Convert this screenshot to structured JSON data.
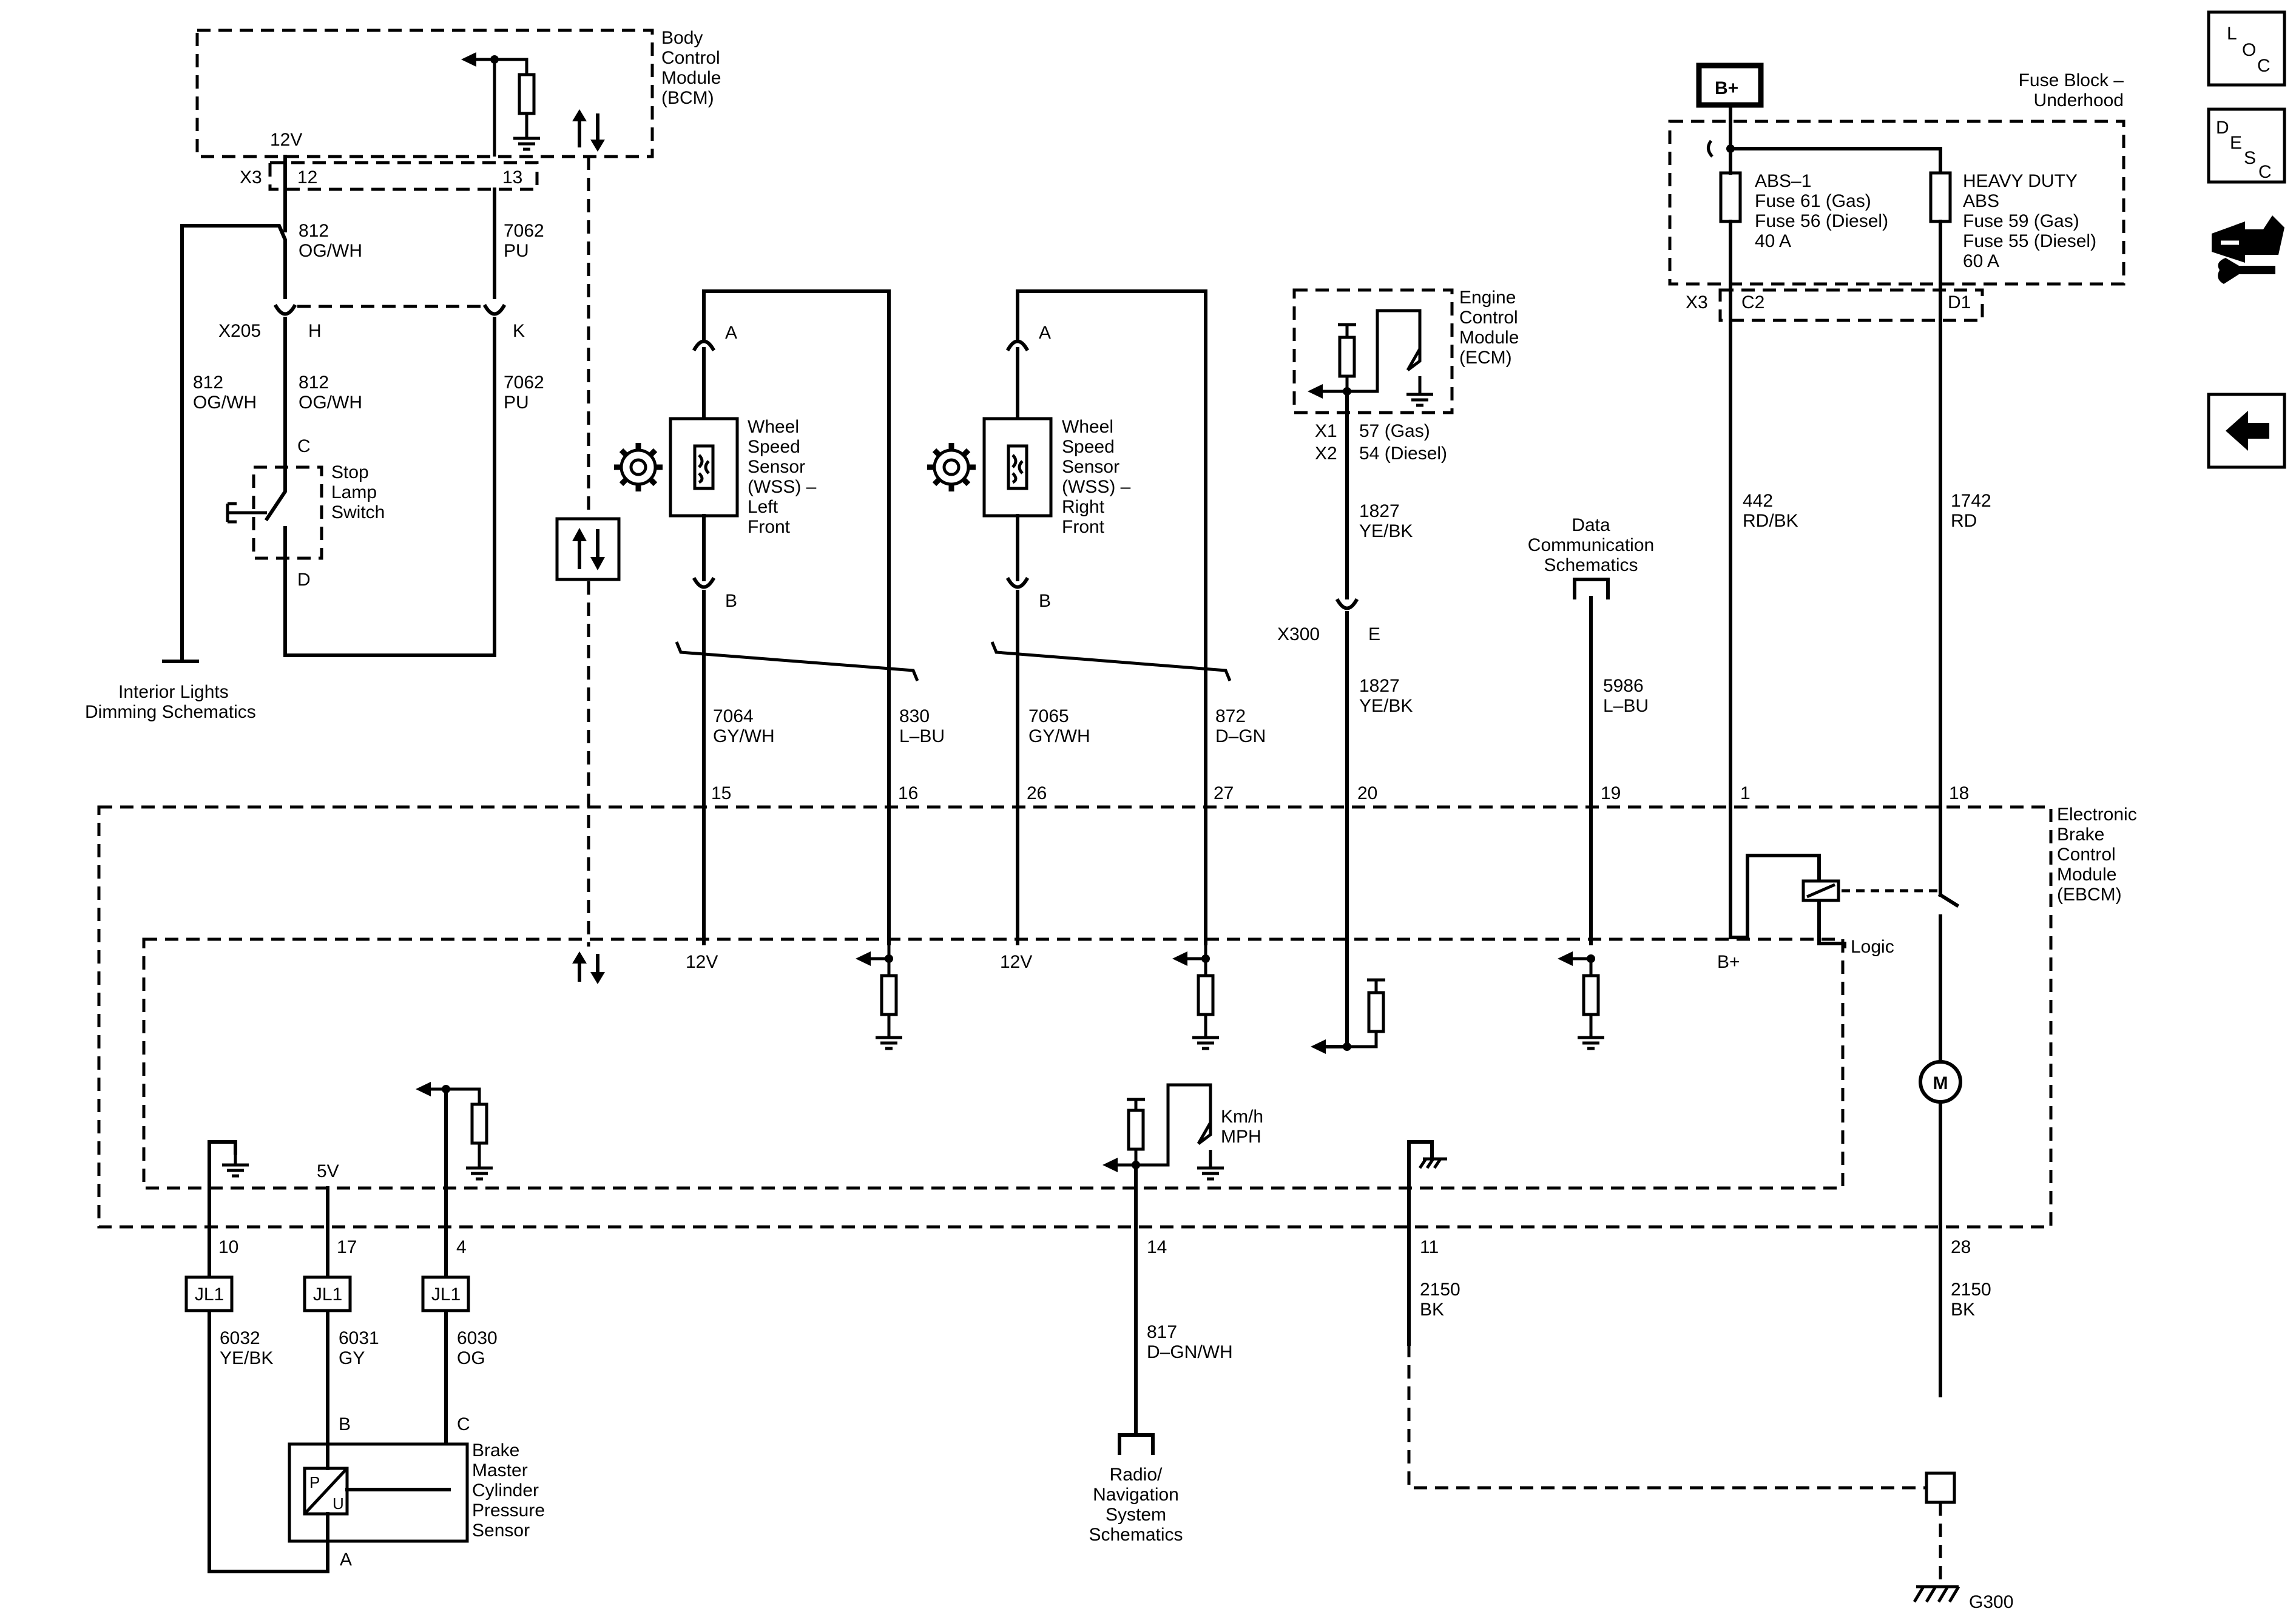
{
  "modules": {
    "bcm": [
      "Body",
      "Control",
      "Module",
      "(BCM)"
    ],
    "ecm": [
      "Engine",
      "Control",
      "Module",
      "(ECM)"
    ],
    "ebcm": [
      "Electronic",
      "Brake",
      "Control",
      "Module",
      "(EBCM)"
    ],
    "fuse_block": [
      "Fuse Block –",
      "Underhood"
    ],
    "logic": "Logic"
  },
  "bcm_side": {
    "v12": "12V",
    "x3": "X3",
    "pin12": "12",
    "pin13": "13",
    "w812a": [
      "812",
      "OG/WH"
    ],
    "w7062a": [
      "7062",
      "PU"
    ],
    "x205": "X205",
    "H": "H",
    "K": "K",
    "w812b": [
      "812",
      "OG/WH"
    ],
    "w812c": [
      "812",
      "OG/WH"
    ],
    "w7062b": [
      "7062",
      "PU"
    ],
    "C": "C",
    "D": "D",
    "stop_lamp": [
      "Stop",
      "Lamp",
      "Switch"
    ],
    "interior": [
      "Interior Lights",
      "Dimming Schematics"
    ]
  },
  "wss_left": {
    "name": [
      "Wheel",
      "Speed",
      "Sensor",
      "(WSS) –",
      "Left",
      "Front"
    ],
    "A": "A",
    "B": "B",
    "w1": [
      "7064",
      "GY/WH"
    ],
    "w2": [
      "830",
      "L–BU"
    ],
    "p1": "15",
    "p2": "16",
    "v12": "12V"
  },
  "wss_right": {
    "name": [
      "Wheel",
      "Speed",
      "Sensor",
      "(WSS) –",
      "Right",
      "Front"
    ],
    "A": "A",
    "B": "B",
    "w1": [
      "7065",
      "GY/WH"
    ],
    "w2": [
      "872",
      "D–GN"
    ],
    "p1": "26",
    "p2": "27",
    "v12": "12V"
  },
  "ecm_side": {
    "x1": "X1",
    "x2": "X2",
    "gas": "57 (Gas)",
    "diesel": "54 (Diesel)",
    "w1": [
      "1827",
      "YE/BK"
    ],
    "x300": "X300",
    "E": "E",
    "w2": [
      "1827",
      "YE/BK"
    ],
    "p": "20"
  },
  "data_comm": {
    "label": [
      "Data",
      "Communication",
      "Schematics"
    ],
    "w": [
      "5986",
      "L–BU"
    ],
    "p": "19"
  },
  "power": {
    "bplus": "B+",
    "abs1": [
      "ABS–1",
      "Fuse 61 (Gas)",
      "Fuse 56 (Diesel)",
      "40 A"
    ],
    "hd": [
      "HEAVY DUTY",
      "ABS",
      "Fuse 59 (Gas)",
      "Fuse 55 (Diesel)",
      "60 A"
    ],
    "x3": "X3",
    "c2": "C2",
    "d1": "D1",
    "w1": [
      "442",
      "RD/BK"
    ],
    "w2": [
      "1742",
      "RD"
    ],
    "p1": "1",
    "p2": "18",
    "bplus_in": "B+"
  },
  "motor": {
    "m": "M"
  },
  "bottom": {
    "v5": "5V",
    "p10": "10",
    "p17": "17",
    "p4": "4",
    "jl": "JL1",
    "w10": [
      "6032",
      "YE/BK"
    ],
    "w17": [
      "6031",
      "GY"
    ],
    "w4": [
      "6030",
      "OG"
    ],
    "B": "B",
    "C": "C",
    "A": "A",
    "P": "P",
    "U": "U",
    "sensor": [
      "Brake",
      "Master",
      "Cylinder",
      "Pressure",
      "Sensor"
    ],
    "speed": [
      "Km/h",
      "MPH"
    ],
    "p14": "14",
    "w14": [
      "817",
      "D–GN/WH"
    ],
    "radio": [
      "Radio/",
      "Navigation",
      "System",
      "Schematics"
    ],
    "p11": "11",
    "w11": [
      "2150",
      "BK"
    ],
    "p28": "28",
    "w28": [
      "2150",
      "BK"
    ],
    "g300": "G300"
  },
  "nav": {
    "loc": [
      "L",
      "O",
      "C"
    ],
    "desc": [
      "D",
      "E",
      "S",
      "C"
    ]
  }
}
